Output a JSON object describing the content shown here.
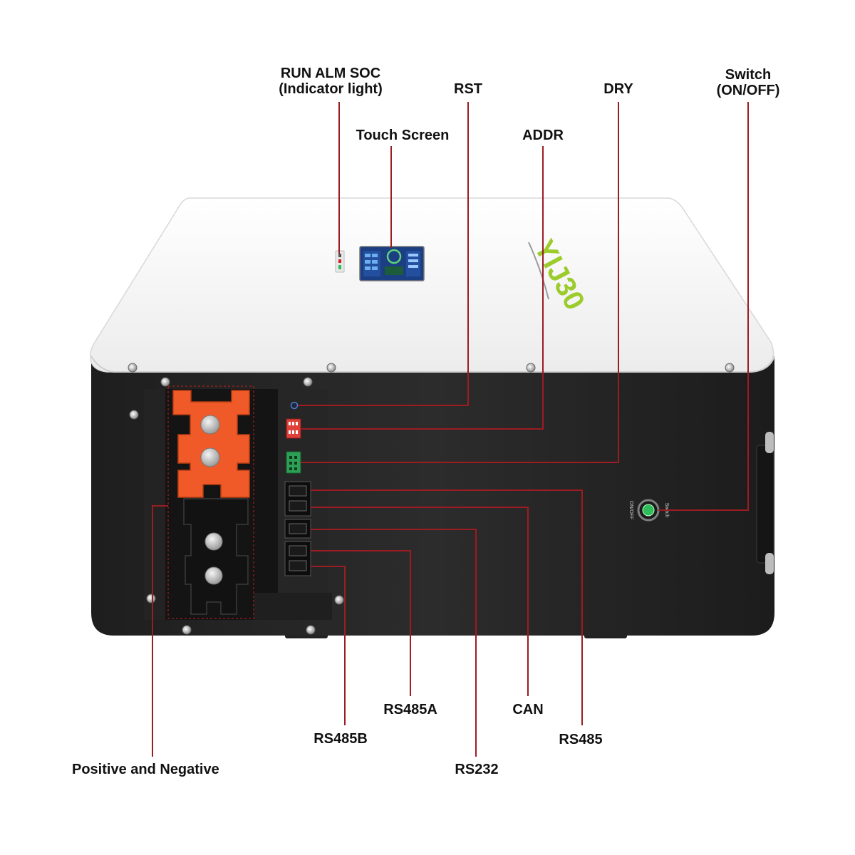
{
  "labels": {
    "indicator_line1": "RUN ALM SOC",
    "indicator_line2": "(Indicator light)",
    "rst": "RST",
    "touch_screen": "Touch Screen",
    "addr": "ADDR",
    "dry": "DRY",
    "switch_line1": "Switch",
    "switch_line2": "(ON/OFF)",
    "rs485a": "RS485A",
    "can": "CAN",
    "rs485b": "RS485B",
    "rs485": "RS485",
    "positive_negative": "Positive and Negative",
    "rs232": "RS232"
  },
  "device": {
    "brand_logo": "YIJ30",
    "switch_caption": "Switch",
    "switch_onoff": "ON/OFF"
  },
  "colors": {
    "leader_line": "#9b1c22",
    "top_panel": "#f4f4f4",
    "body": "#2a2a2a",
    "terminal_orange": "#f05a28",
    "logo_green": "#9ccc2c",
    "led_green": "#2ebd59"
  }
}
